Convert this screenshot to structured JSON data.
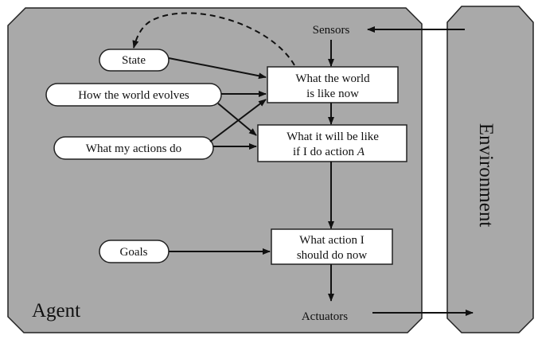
{
  "diagram": {
    "agent_label": "Agent",
    "environment_label": "Environment",
    "sensors": "Sensors",
    "actuators": "Actuators",
    "state": "State",
    "world_evolves": "How the world evolves",
    "actions_do": "What my actions do",
    "goals": "Goals",
    "world_now": [
      "What the world",
      "is like now"
    ],
    "will_be": [
      "What it will be like",
      "if I do action "
    ],
    "will_be_italic": "A",
    "action_now": [
      "What action I",
      "should do now"
    ]
  },
  "colors": {
    "panel": "#a9a9a9",
    "border": "#222222",
    "node": "#ffffff"
  }
}
